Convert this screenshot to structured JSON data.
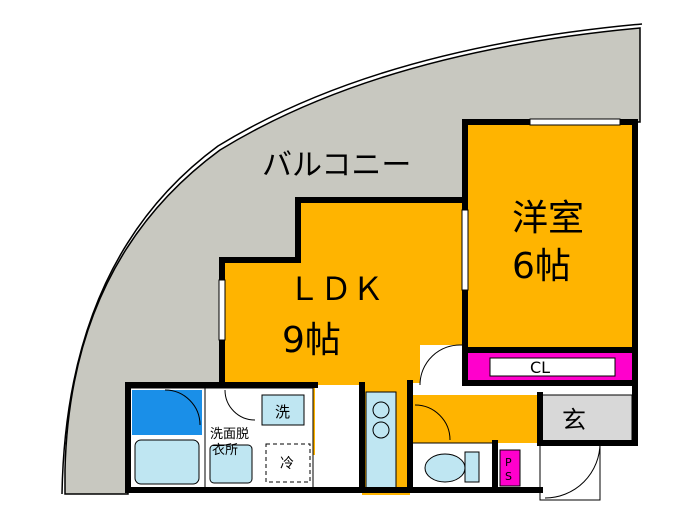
{
  "rooms": {
    "balcony": {
      "label": "バルコニー"
    },
    "ldk": {
      "name": "ＬＤＫ",
      "size": "9帖"
    },
    "western": {
      "name": "洋室",
      "size": "6帖"
    },
    "closet": {
      "label": "CL"
    },
    "entrance": {
      "label": "玄"
    },
    "washroom": {
      "line1": "洗面脱",
      "line2": "衣所"
    },
    "washer": {
      "label": "洗"
    },
    "fridge": {
      "label": "冷"
    },
    "ps": {
      "line1": "P",
      "line2": "S"
    }
  },
  "colors": {
    "wall": "#000000",
    "balcony": "#c8c8c0",
    "room": "#ffb400",
    "closet": "#ff00cc",
    "bath": "#1a8fe8",
    "fixture": "#bfe6f2",
    "floor_white": "#ffffff",
    "entrance": "#d8d8d8"
  }
}
